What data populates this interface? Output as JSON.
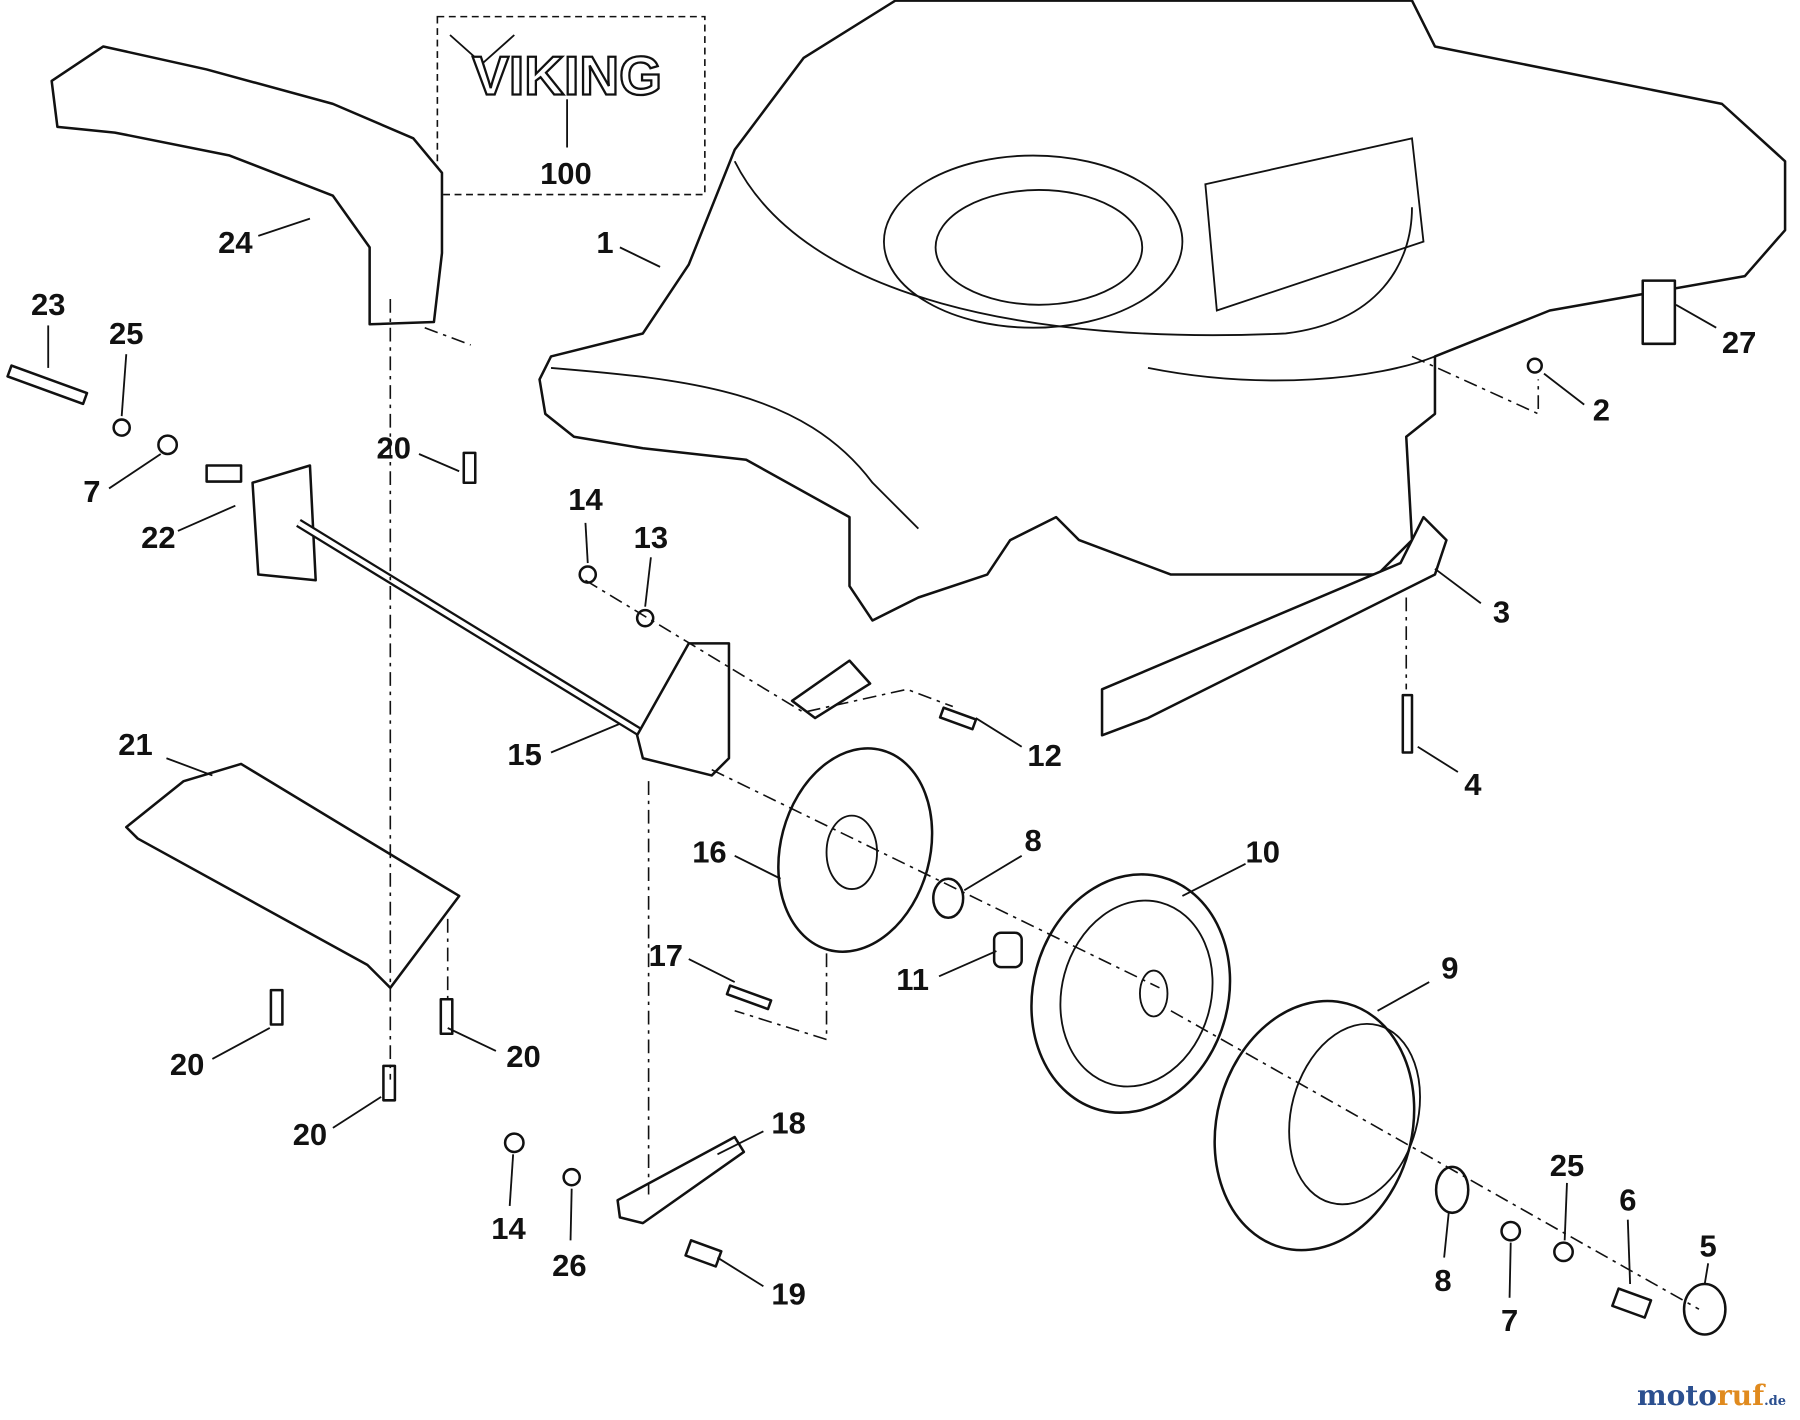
{
  "diagram": {
    "logo_text": "VIKING",
    "callouts": [
      "100",
      "24",
      "1",
      "23",
      "25",
      "27",
      "2",
      "20",
      "7",
      "22",
      "14",
      "13",
      "3",
      "21",
      "15",
      "12",
      "4",
      "16",
      "8",
      "10",
      "17",
      "11",
      "9",
      "20",
      "20",
      "20",
      "18",
      "14",
      "26",
      "19",
      "25",
      "6",
      "5",
      "8",
      "7"
    ]
  },
  "watermark": {
    "part1": "moto",
    "part2": "ruf",
    "suffix": ".de"
  }
}
